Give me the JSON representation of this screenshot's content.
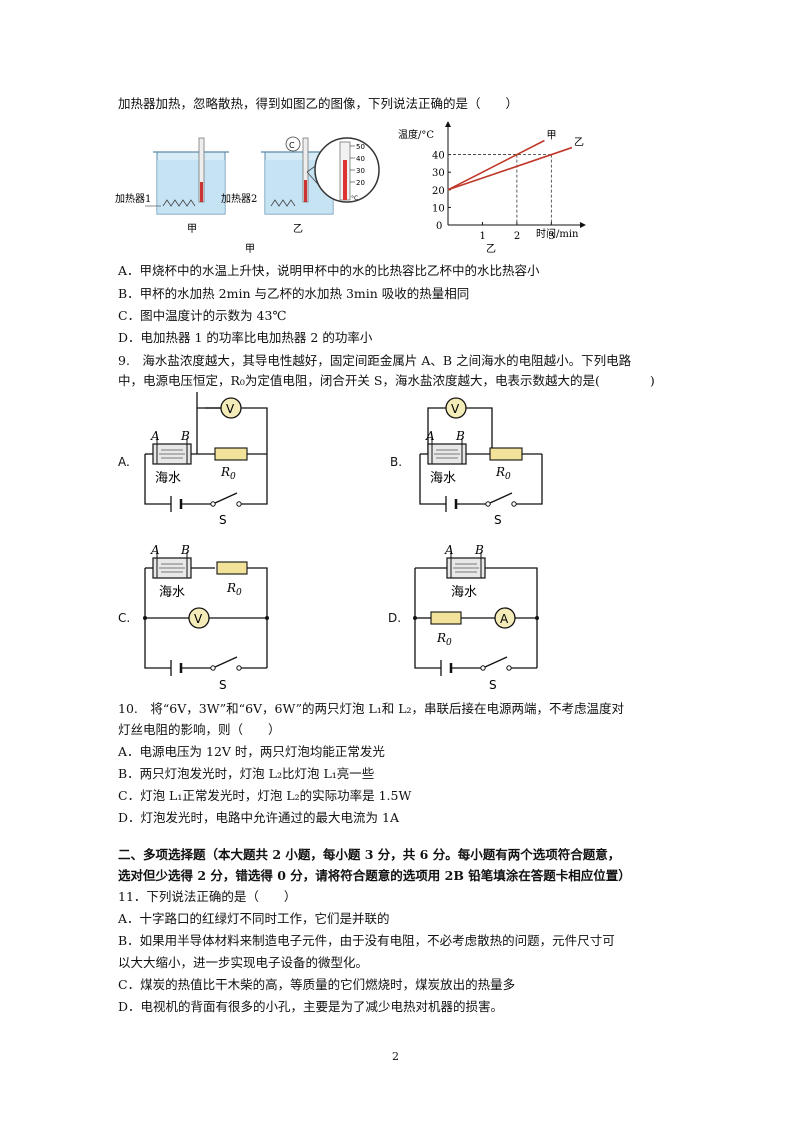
{
  "q8": {
    "stem": "加热器加热，忽略散热，得到如图乙的图像，下列说法正确的是（　　）",
    "figure_jia": {
      "label_heater1": "加热器1",
      "label_heater2": "加热器2",
      "beaker1_caption": "甲",
      "beaker2_caption": "乙",
      "figure_caption": "甲",
      "thermo_ticks": [
        "50",
        "40",
        "30",
        "20"
      ],
      "thermo_marker": "°C"
    },
    "figure_yi": {
      "caption": "乙",
      "chart_data": {
        "type": "line",
        "ylabel": "温度/°C",
        "xlabel": "时间/min",
        "xticks": [
          "0",
          "1",
          "2",
          "3"
        ],
        "yticks": [
          "10",
          "20",
          "30",
          "40"
        ],
        "xlim": [
          0,
          3.6
        ],
        "ylim": [
          0,
          50
        ],
        "series": [
          {
            "name": "甲",
            "x": [
              0,
              2.8
            ],
            "y": [
              20,
              48
            ]
          },
          {
            "name": "乙",
            "x": [
              0,
              3.6
            ],
            "y": [
              20,
              44
            ]
          }
        ],
        "guides": [
          {
            "x": 2,
            "y": 40
          },
          {
            "x": 3,
            "y": 40
          }
        ]
      }
    },
    "options": [
      "A．甲烧杯中的水温上升快，说明甲杯中的水的比热容比乙杯中的水比热容小",
      "B．甲杯的水加热 2min 与乙杯的水加热 3min 吸收的热量相同",
      "C．图中温度计的示数为 43℃",
      "D．电加热器 1 的功率比电加热器 2 的功率小"
    ]
  },
  "q9": {
    "stem_line1": "9.　海水盐浓度越大，其导电性越好，固定间距金属片 A、B 之间海水的电阻越小。下列电路",
    "stem_line2": "中，电源电压恒定，R₀为定值电阻，闭合开关 S，海水盐浓度越大，电表示数越大的是(　　　　)",
    "circuit_labels": {
      "A": "A.",
      "B": "B.",
      "C": "C.",
      "D": "D.",
      "plate_a": "A",
      "plate_b": "B",
      "seawater": "海水",
      "r0": "R",
      "r0_sub": "0",
      "voltmeter": "V",
      "ammeter": "A",
      "switch": "S"
    }
  },
  "q10": {
    "stem_line1": "10.　将“6V，3W”和“6V，6W”的两只灯泡 L₁和 L₂，串联后接在电源两端，不考虑温度对",
    "stem_line2": "灯丝电阻的影响，则（　　）",
    "options": [
      "A．电源电压为 12V 时，两只灯泡均能正常发光",
      "B．两只灯泡发光时，灯泡 L₂比灯泡 L₁亮一些",
      "C．灯泡 L₁正常发光时，灯泡 L₂的实际功率是 1.5W",
      "D．灯泡发光时，电路中允许通过的最大电流为 1A"
    ]
  },
  "section2": {
    "heading_line1": "二、多项选择题（本大题共 2 小题，每小题 3 分，共 6 分。每小题有两个选项符合题意，",
    "heading_line2": "选对但少选得 2 分，错选得 0 分，请将符合题意的选项用 2B 铅笔填涂在答题卡相应位置）"
  },
  "q11": {
    "stem": "11．下列说法正确的是（　　）",
    "options": [
      "A．十字路口的红绿灯不同时工作，它们是并联的",
      "B．如果用半导体材料来制造电子元件，由于没有电阻，不必考虑散热的问题，元件尺寸可",
      "以大大缩小，进一步实现电子设备的微型化。",
      "C．煤炭的热值比干木柴的高，等质量的它们燃烧时，煤炭放出的热量多",
      "D．电视机的背面有很多的小孔，主要是为了减少电热对机器的损害。"
    ]
  },
  "page_number": "2"
}
